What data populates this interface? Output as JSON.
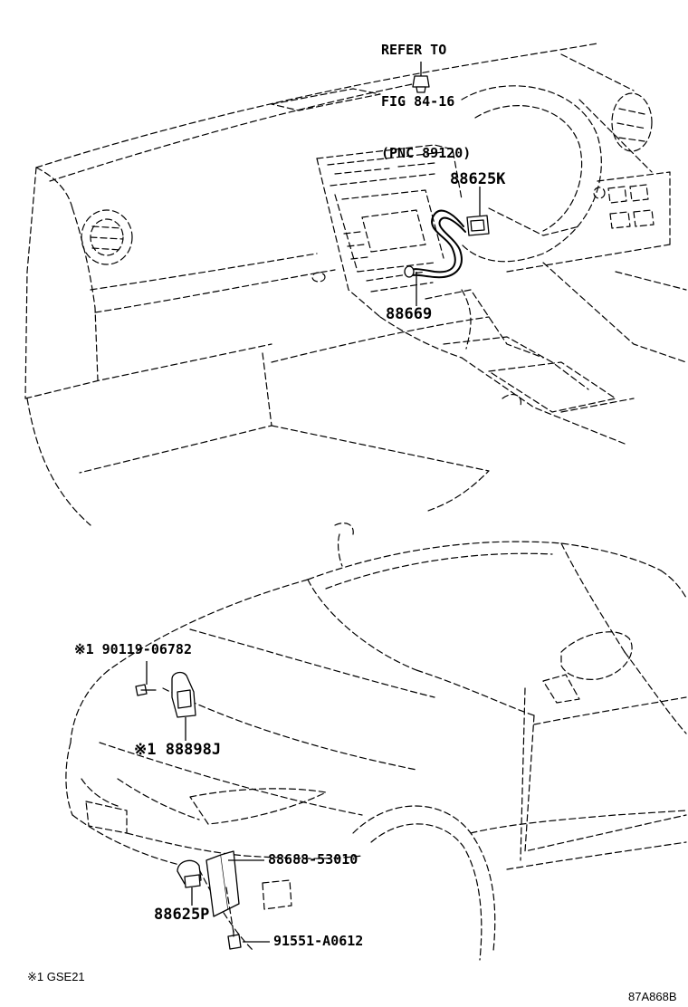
{
  "reference": {
    "line1": "REFER TO",
    "line2": "FIG 84-16",
    "line3": "(PNC 89120)"
  },
  "parts": {
    "p88625K": "88625K",
    "p88669": "88669",
    "p90119": "※1 90119-06782",
    "p88898J": "※1 88898J",
    "p88688": "88688-53010",
    "p88625P": "88625P",
    "p91551": "91551-A0612"
  },
  "footnote": "※1 GSE21",
  "diagram_code": "87A868B"
}
